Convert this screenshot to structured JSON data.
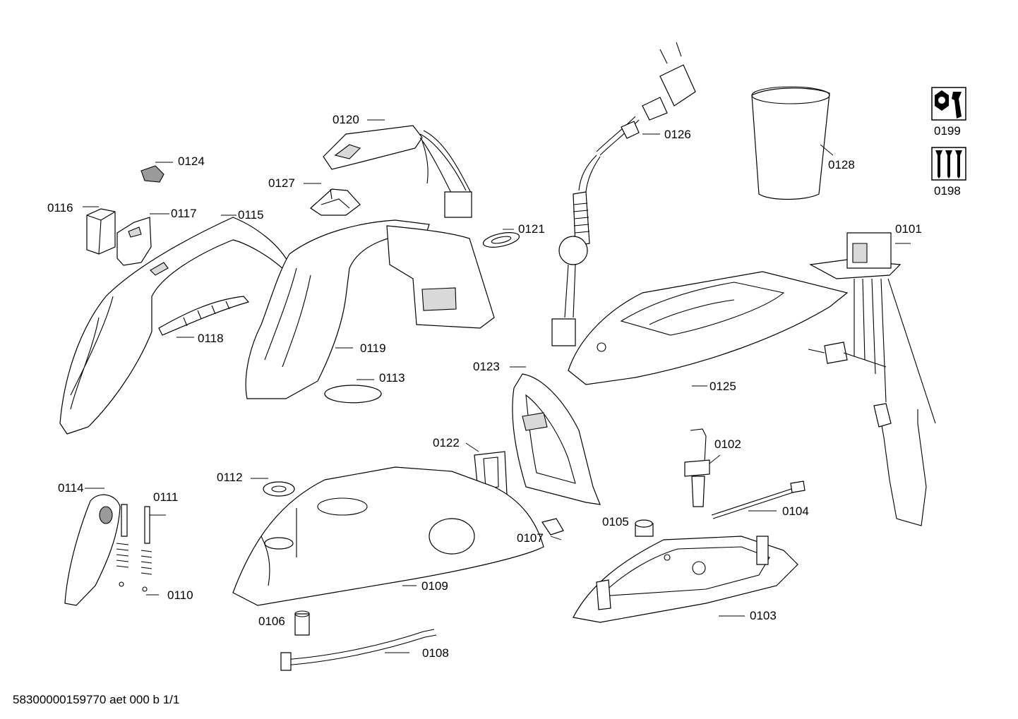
{
  "diagram": {
    "title": "",
    "document_id": "58300000159770 aet 000 b 1/1",
    "part_labels": {
      "p0101": "0101",
      "p0102": "0102",
      "p0103": "0103",
      "p0104": "0104",
      "p0105": "0105",
      "p0106": "0106",
      "p0107": "0107",
      "p0108": "0108",
      "p0109": "0109",
      "p0110": "0110",
      "p0111": "0111",
      "p0112": "0112",
      "p0113": "0113",
      "p0114": "0114",
      "p0115": "0115",
      "p0116": "0116",
      "p0117": "0117",
      "p0118": "0118",
      "p0119": "0119",
      "p0120": "0120",
      "p0121": "0121",
      "p0122": "0122",
      "p0123": "0123",
      "p0124": "0124",
      "p0125": "0125",
      "p0126": "0126",
      "p0127": "0127",
      "p0128": "0128",
      "p0198": "0198",
      "p0199": "0199"
    },
    "icons": {
      "p0198": "screws-icon",
      "p0199": "nut-wrench-icon"
    }
  }
}
